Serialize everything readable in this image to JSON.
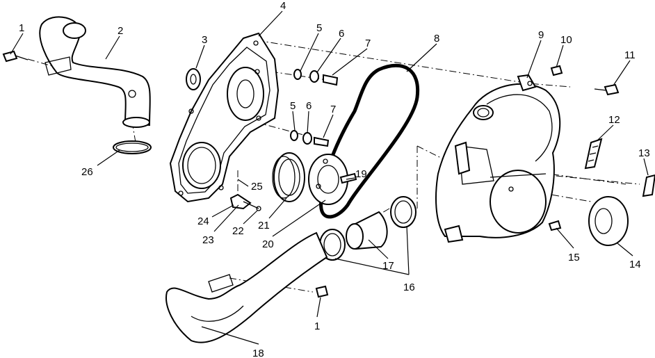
{
  "diagram": {
    "callouts": [
      {
        "id": "c1a",
        "label": "1"
      },
      {
        "id": "c2",
        "label": "2"
      },
      {
        "id": "c3",
        "label": "3"
      },
      {
        "id": "c4",
        "label": "4"
      },
      {
        "id": "c5a",
        "label": "5"
      },
      {
        "id": "c6a",
        "label": "6"
      },
      {
        "id": "c7a",
        "label": "7"
      },
      {
        "id": "c8",
        "label": "8"
      },
      {
        "id": "c9",
        "label": "9"
      },
      {
        "id": "c10",
        "label": "10"
      },
      {
        "id": "c11",
        "label": "11"
      },
      {
        "id": "c12",
        "label": "12"
      },
      {
        "id": "c13",
        "label": "13"
      },
      {
        "id": "c5b",
        "label": "5"
      },
      {
        "id": "c6b",
        "label": "6"
      },
      {
        "id": "c7b",
        "label": "7"
      },
      {
        "id": "c19",
        "label": "19"
      },
      {
        "id": "c25",
        "label": "25"
      },
      {
        "id": "c26",
        "label": "26"
      },
      {
        "id": "c24",
        "label": "24"
      },
      {
        "id": "c21",
        "label": "21"
      },
      {
        "id": "c23",
        "label": "23"
      },
      {
        "id": "c22",
        "label": "22"
      },
      {
        "id": "c20",
        "label": "20"
      },
      {
        "id": "c17",
        "label": "17"
      },
      {
        "id": "c16",
        "label": "16"
      },
      {
        "id": "c15",
        "label": "15"
      },
      {
        "id": "c14",
        "label": "14"
      },
      {
        "id": "c1b",
        "label": "1"
      },
      {
        "id": "c18",
        "label": "18"
      }
    ]
  }
}
